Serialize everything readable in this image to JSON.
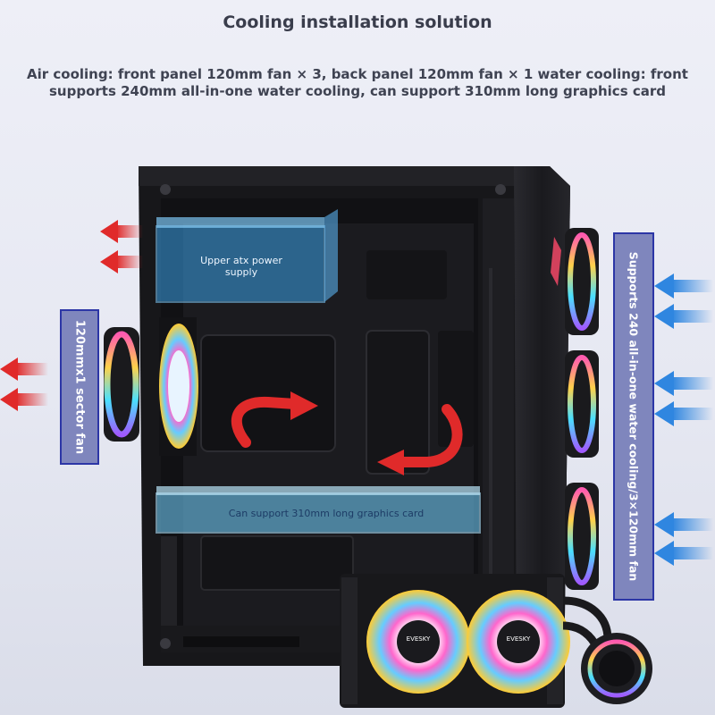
{
  "heading": "Cooling installation solution",
  "description": "Air cooling: front panel 120mm fan × 3, back panel 120mm fan × 1 water cooling: front supports 240mm all-in-one water cooling, can support 310mm long graphics card",
  "callouts": {
    "psu": "Upper atx power supply",
    "gpu": "Can support 310mm long graphics card",
    "rear_fan": "120mmx1 sector fan",
    "front_cooling": "Supports 240 all-in-one water cooling/3×120mm fan"
  },
  "cooler_brand": "EVESKY",
  "colors": {
    "exhaust_arrow": "#e02a2a",
    "intake_arrow": "#2f86e0",
    "label_fill": "#7f86bd",
    "label_border": "#2c36a6",
    "psu_highlight": "#3aa0e6",
    "case_body": "#1c1c20"
  },
  "icons": [
    "exhaust-arrow-icon",
    "intake-arrow-icon",
    "airflow-arrow-icon",
    "rgb-fan-icon",
    "water-pump-icon"
  ]
}
